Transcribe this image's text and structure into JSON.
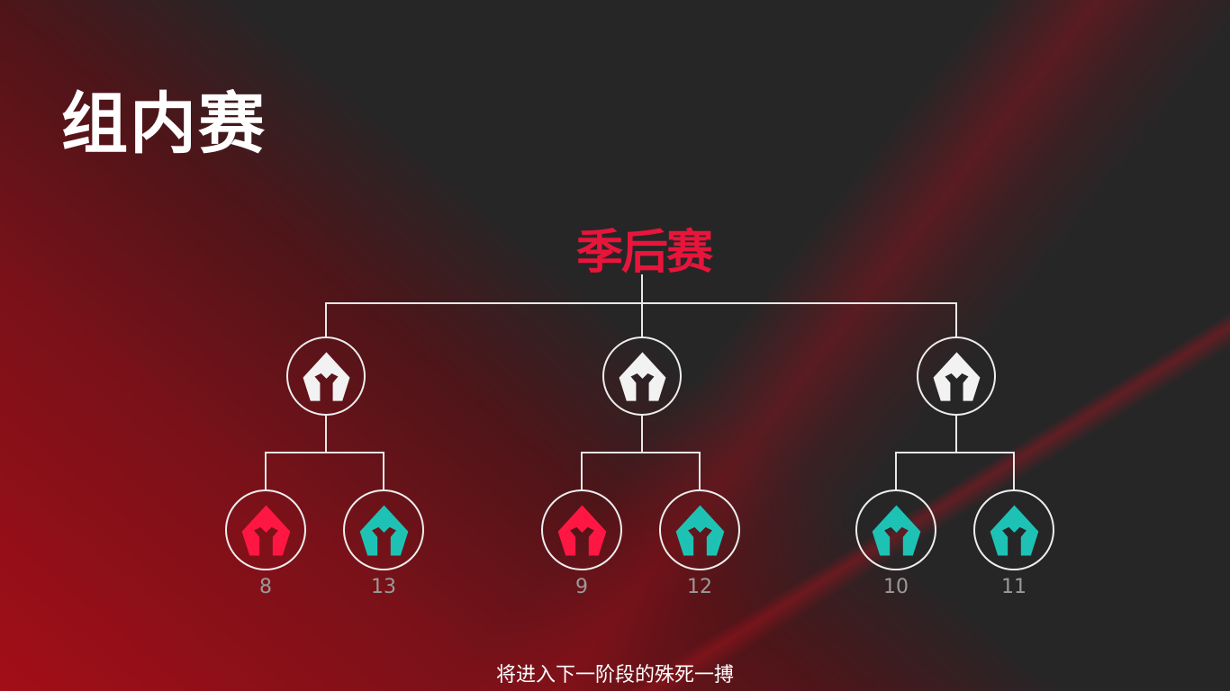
{
  "title": "组内赛",
  "playoff_label": "季后赛",
  "colors": {
    "red": "#ff1744",
    "teal": "#1ec2b5",
    "white": "#f2f2f2"
  },
  "groups": [
    {
      "seeds": [
        {
          "num": "8",
          "color": "red"
        },
        {
          "num": "13",
          "color": "teal"
        }
      ]
    },
    {
      "seeds": [
        {
          "num": "9",
          "color": "red"
        },
        {
          "num": "12",
          "color": "teal"
        }
      ]
    },
    {
      "seeds": [
        {
          "num": "10",
          "color": "teal"
        },
        {
          "num": "11",
          "color": "teal"
        }
      ]
    }
  ],
  "subtitle": "将进入下一阶段的殊死一搏"
}
